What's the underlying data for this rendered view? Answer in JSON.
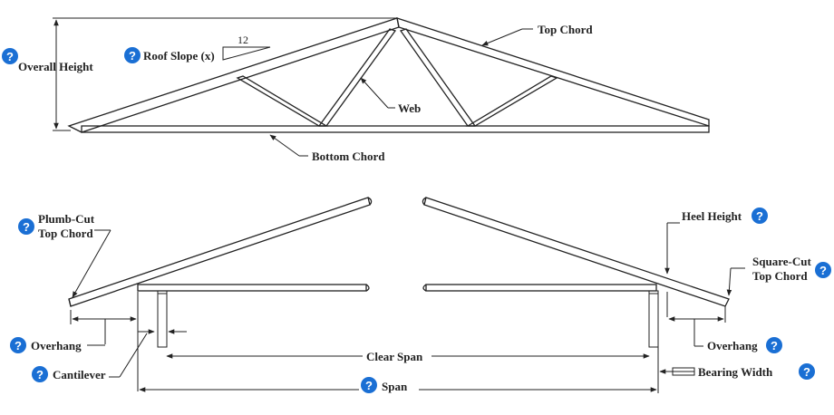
{
  "labels": {
    "overall_height": "Overall Height",
    "roof_slope": "Roof Slope (x)",
    "slope_run": "12",
    "top_chord": "Top Chord",
    "web": "Web",
    "bottom_chord": "Bottom Chord",
    "plumb_cut_line1": "Plumb-Cut",
    "plumb_cut_line2": "Top Chord",
    "heel_height": "Heel Height",
    "square_cut_line1": "Square-Cut",
    "square_cut_line2": "Top Chord",
    "overhang_left": "Overhang",
    "cantilever": "Cantilever",
    "clear_span": "Clear Span",
    "overhang_right": "Overhang",
    "bearing_width": "Bearing Width",
    "span": "Span"
  },
  "help_glyph": "?",
  "colors": {
    "help_icon": "#1a6fd4",
    "line": "#222222"
  }
}
